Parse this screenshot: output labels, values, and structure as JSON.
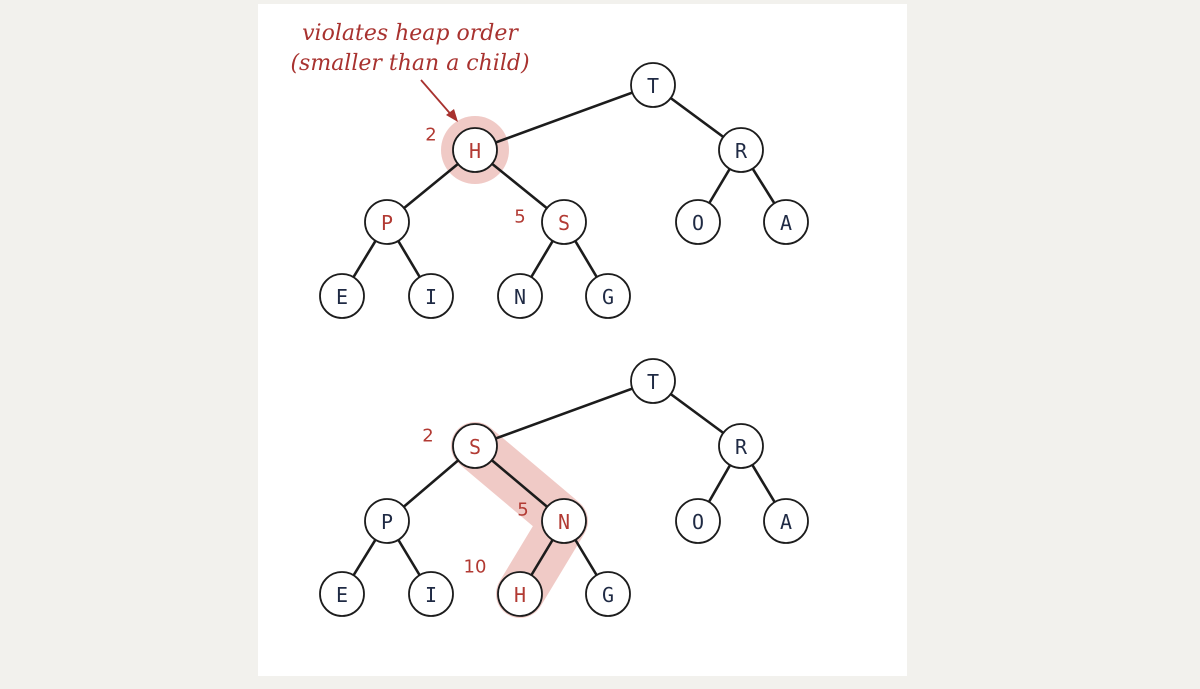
{
  "annotation": {
    "line1": "violates heap order",
    "line2": "(smaller than a child)"
  },
  "colors": {
    "highlight": "#f0cac6",
    "accent_red": "#b23a33",
    "ink": "#1c1c1c",
    "card_background": "#ffffff",
    "page_background": "#f2f1ed"
  },
  "diagrams": [
    {
      "nodes": [
        {
          "label": "T",
          "tone": "dark"
        },
        {
          "label": "H",
          "tone": "red"
        },
        {
          "label": "R",
          "tone": "dark"
        },
        {
          "label": "P",
          "tone": "red"
        },
        {
          "label": "S",
          "tone": "red"
        },
        {
          "label": "O",
          "tone": "dark"
        },
        {
          "label": "A",
          "tone": "dark"
        },
        {
          "label": "E",
          "tone": "dark"
        },
        {
          "label": "I",
          "tone": "dark"
        },
        {
          "label": "N",
          "tone": "dark"
        },
        {
          "label": "G",
          "tone": "dark"
        }
      ],
      "index_labels": [
        "2",
        "5"
      ]
    },
    {
      "nodes": [
        {
          "label": "T",
          "tone": "dark"
        },
        {
          "label": "S",
          "tone": "red"
        },
        {
          "label": "R",
          "tone": "dark"
        },
        {
          "label": "P",
          "tone": "dark"
        },
        {
          "label": "N",
          "tone": "red"
        },
        {
          "label": "O",
          "tone": "dark"
        },
        {
          "label": "A",
          "tone": "dark"
        },
        {
          "label": "E",
          "tone": "dark"
        },
        {
          "label": "I",
          "tone": "dark"
        },
        {
          "label": "H",
          "tone": "red"
        },
        {
          "label": "G",
          "tone": "dark"
        }
      ],
      "index_labels": [
        "2",
        "5",
        "10"
      ]
    }
  ]
}
